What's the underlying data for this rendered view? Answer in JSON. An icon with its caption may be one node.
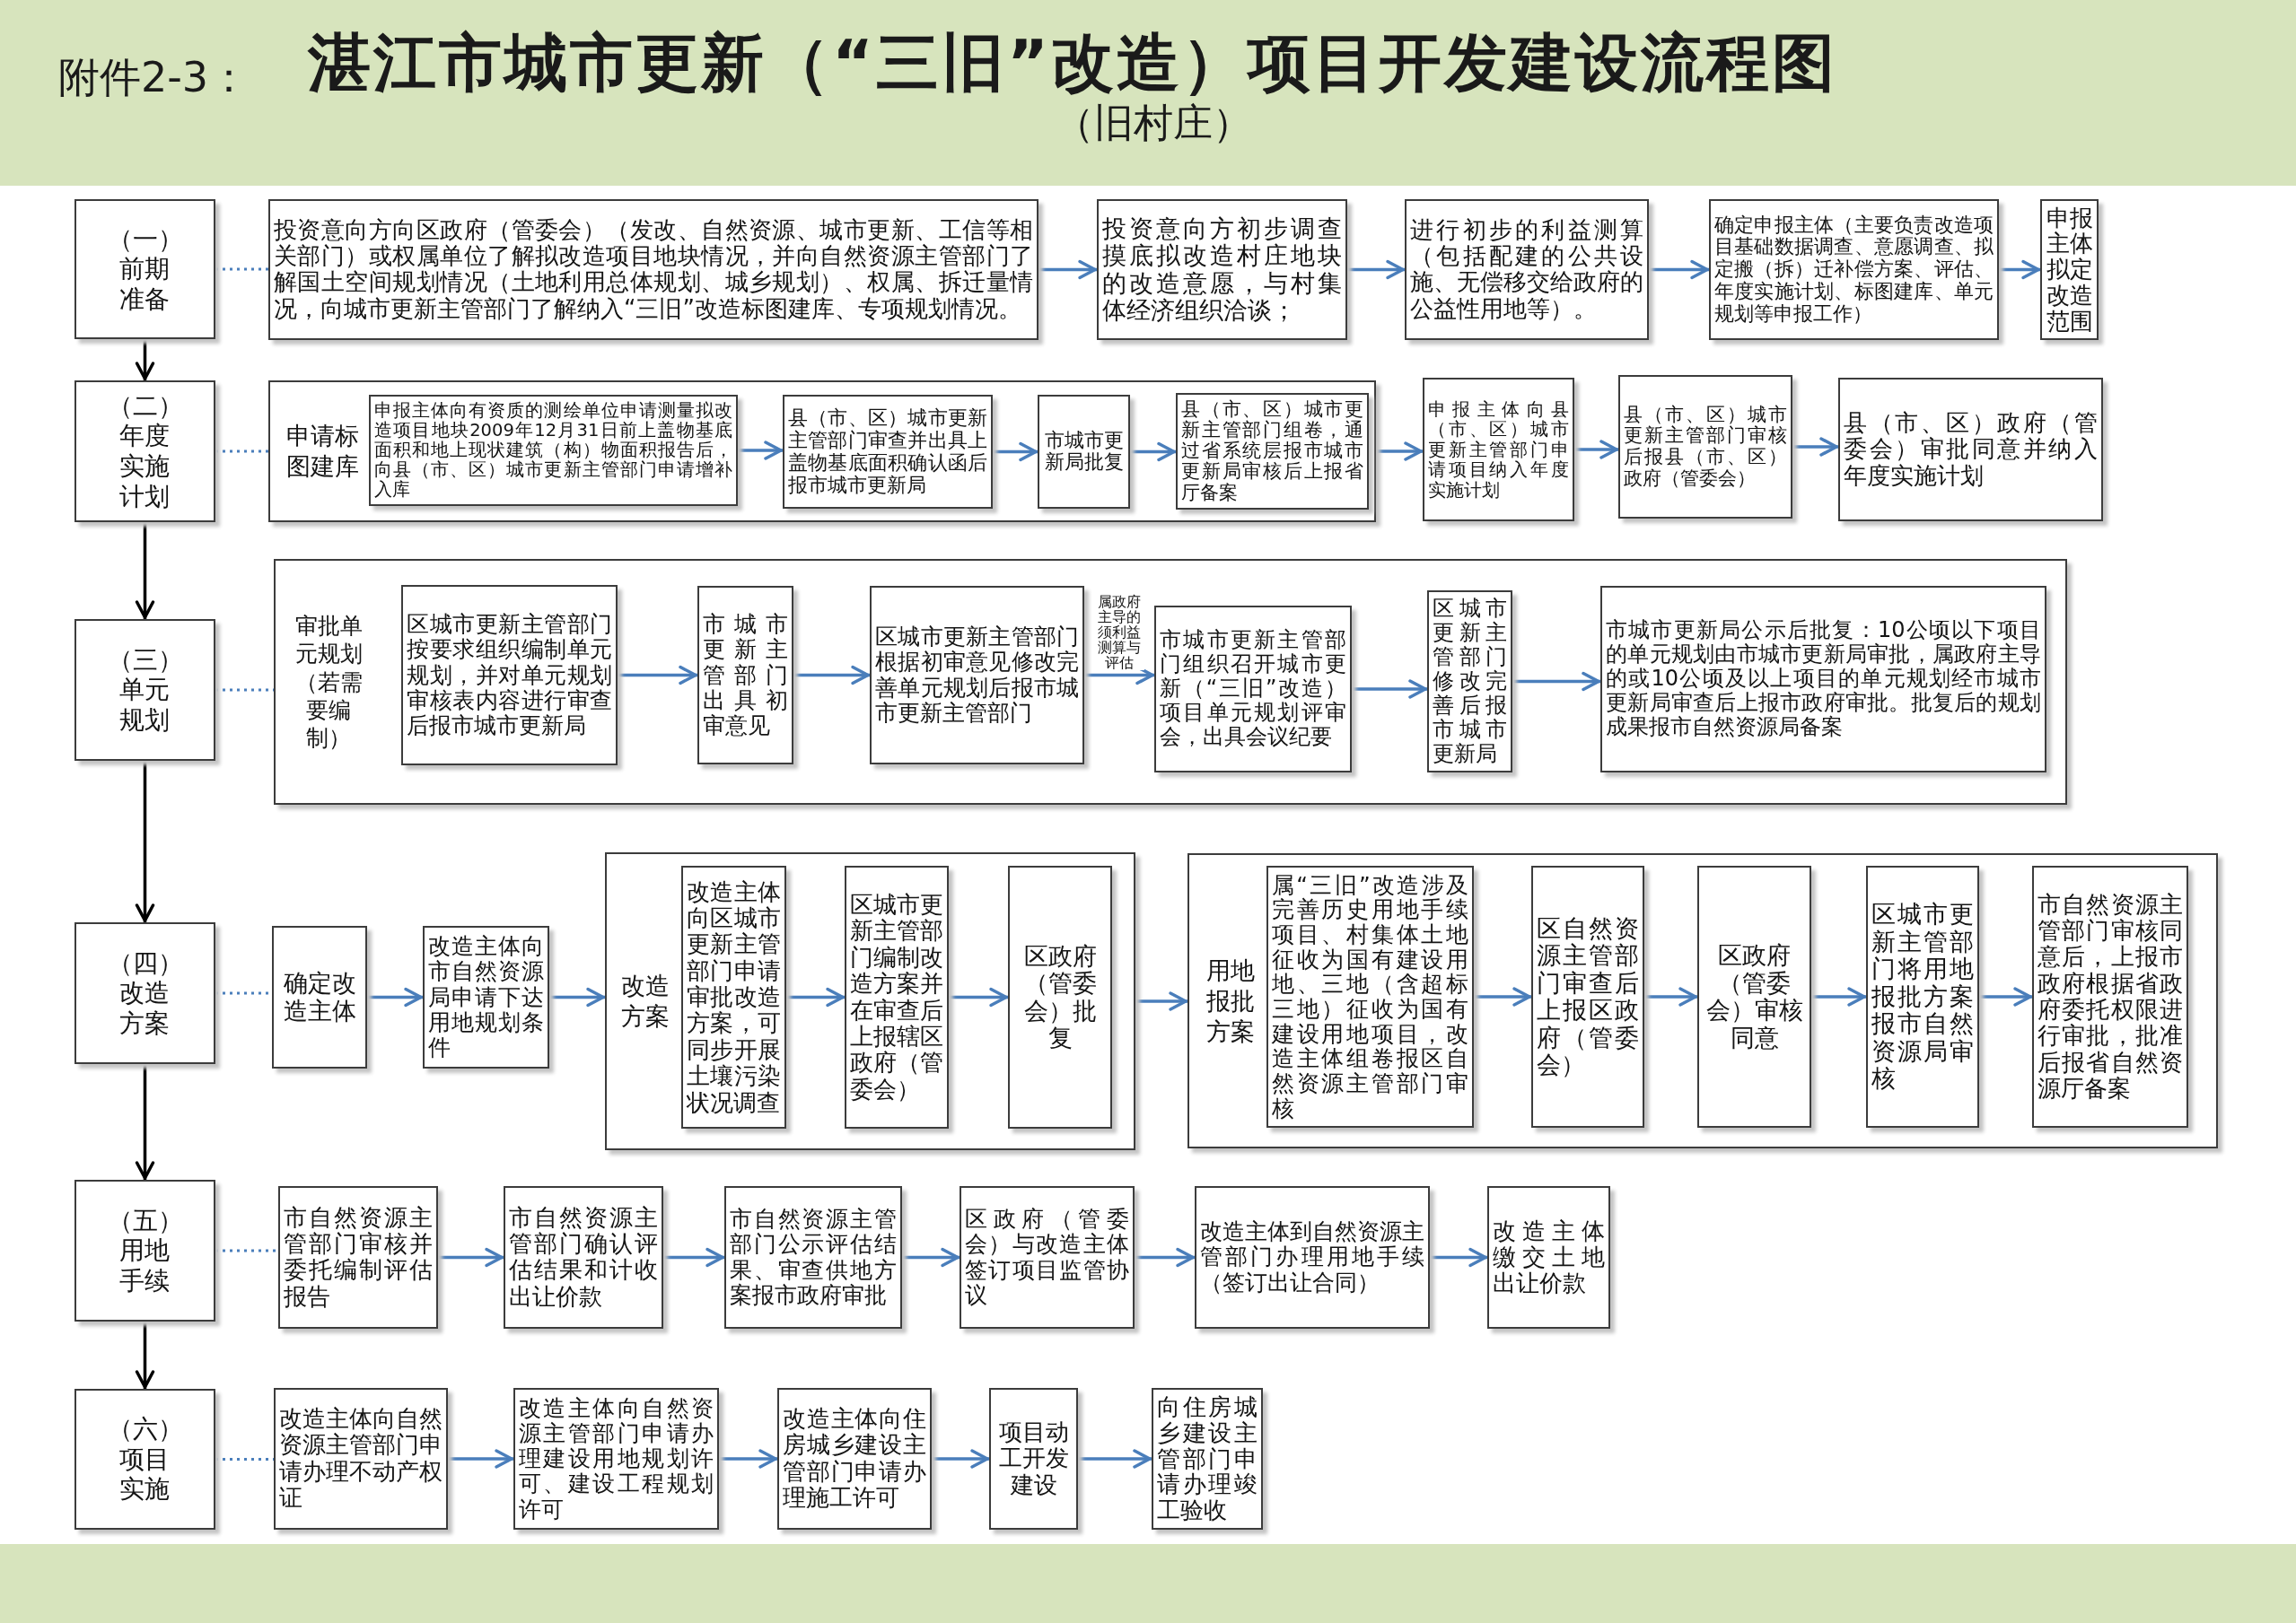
{
  "diagram": {
    "title": "湛江市城市更新（“三旧”改造）项目开发建设流程图",
    "nodes": [
      {
        "text": [
          "（一）",
          "前期准备"
        ]
      },
      {
        "text": [
          "投资意向方向区政府（管委会）（发改、自然资源、城市更新、工信等相关部门）或权属单位了解拟改造项目地块情况，并向自然资源主管部门了解国土空间规划情况（土地利用总体规划、城乡规划）、权属、拆迁量情况，向城市更新主管部门了解纳入“三旧”改造标图建库、专项规划情况。"
        ]
      },
      {
        "text": [
          "投资意向方初步调查摸底拟改造村庄地块的改造意愿，与村集体经济组织洽谈；"
        ]
      },
      {
        "text": [
          "进行初步的利益测算（包括配建的公共设施、无偿移交给政府的公益性用地等）。"
        ]
      },
      {
        "text": [
          "确定申报主体（主要负责改造项目基础数据调查、意愿调查、拟定搬（拆）迁补偿方案、评估、年度实施计划、标图建库、单元规划等申报工作）"
        ]
      },
      {
        "text": [
          "申报主体拟定改造范围"
        ]
      },
      {
        "text": [
          "（二）",
          "年度实施计划"
        ]
      },
      {
        "text": [
          "申请标图建库"
        ]
      },
      {
        "text": [
          "申报主体向有资质的测绘单位申请测量拟改造项目地块2009年12月31日前上盖物基底面积和地上现状建筑（构）物面积报告后，向县（市、区）城市更新主管部门申请增补入库"
        ],
        "in": 7
      },
      {
        "text": [
          "县（市、区）城市更新主管部门审查并出具上盖物基底面积确认函后报市城市更新局"
        ],
        "in": 7
      },
      {
        "text": [
          "市城市更新局批复"
        ],
        "in": 7
      },
      {
        "text": [
          "县（市、区）城市更新主管部门组卷，通过省系统层报市城市更新局审核后上报省厅备案"
        ],
        "in": 7
      },
      {
        "text": [
          "申报主体向县（市、区）城市更新主管部门申请项目纳入年度实施计划"
        ]
      },
      {
        "text": [
          "县（市、区）城市更新主管部门审核后报县（市、区）政府（管委会）"
        ]
      },
      {
        "text": [
          "县（市、区）政府（管委会）审批同意并纳入年度实施计划"
        ]
      },
      {
        "text": [
          "（三）",
          "单元规划"
        ]
      },
      {
        "text": [
          "审批单元规划（若需要编制）"
        ]
      },
      {
        "text": [
          "区城市更新主管部门按要求组织编制单元规划，并对单元规划审核表内容进行审查后报市城市更新局"
        ],
        "in": 16
      },
      {
        "text": [
          "市城市更新主管部门出具初审意见"
        ],
        "in": 16
      },
      {
        "text": [
          "区城市更新主管部门根据初审意见修改完善单元规划后报市城市更新主管部门"
        ],
        "in": 16
      },
      {
        "text": [
          "市城市更新主管部门组织召开城市更新（“三旧”改造）项目单元规划评审会，出具会议纪要"
        ],
        "in": 16
      },
      {
        "text": [
          "区城市更新主管部门修改完善后报市城市更新局"
        ],
        "in": 16
      },
      {
        "text": [
          "市城市更新局公示后批复：10公顷以下项目的单元规划由市城市更新局审批，属政府主导的或10公顷及以上项目的单元规划经市城市更新局审查后上报市政府审批。批复后的规划成果报市自然资源局备案"
        ],
        "in": 16
      },
      {
        "text": [
          "（四）",
          "改造方案"
        ]
      },
      {
        "text": [
          "确定改造主体"
        ]
      },
      {
        "text": [
          "改造主体向市自然资源局申请下达用地规划条件"
        ]
      },
      {
        "text": [
          "改造方案"
        ]
      },
      {
        "text": [
          "改造主体向区城市更新主管部门申请审批改造方案，可同步开展土壤污染状况调查"
        ],
        "in": 26
      },
      {
        "text": [
          "区城市更新主管部门编制改造方案并在审查后上报辖区政府（管委会）"
        ],
        "in": 26
      },
      {
        "text": [
          "区政府（管委会）批复"
        ],
        "in": 26
      },
      {
        "text": [
          "用地报批方案"
        ]
      },
      {
        "text": [
          "属“三旧”改造涉及完善历史用地手续项目、村集体土地征收为国有建设用地、三地（含超标三地）征收为国有建设用地项目，改造主体组卷报区自然资源主管部门审核"
        ],
        "in": 30
      },
      {
        "text": [
          "区自然资源主管部门审查后上报区政府（管委会）"
        ],
        "in": 30
      },
      {
        "text": [
          "区政府（管委会）审核同意"
        ],
        "in": 30
      },
      {
        "text": [
          "区城市更新主管部门将用地报批方案报市自然资源局审核"
        ],
        "in": 30
      },
      {
        "text": [
          "市自然资源主管部门审核同意后，上报市政府根据省政府委托权限进行审批，批准后报省自然资源厅备案"
        ],
        "in": 30
      },
      {
        "text": [
          "（五）",
          "用地手续"
        ]
      },
      {
        "text": [
          "市自然资源主管部门审核并委托编制评估报告"
        ]
      },
      {
        "text": [
          "市自然资源主管部门确认评估结果和计收出让价款"
        ]
      },
      {
        "text": [
          "市自然资源主管部门公示评估结果、审查供地方案报市政府审批"
        ]
      },
      {
        "text": [
          "区政府（管委会）与改造主体签订项目监管协议"
        ]
      },
      {
        "text": [
          "改造主体到自然资源主管部门办理用地手续（签订出让合同）"
        ]
      },
      {
        "text": [
          "改造主体缴交土地出让价款"
        ]
      },
      {
        "text": [
          "（六）",
          "项目实施"
        ]
      },
      {
        "text": [
          "改造主体向自然资源主管部门申请办理不动产权证"
        ]
      },
      {
        "text": [
          "改造主体向自然资源主管部门申请办理建设用地规划许可、建设工程规划许可"
        ]
      },
      {
        "text": [
          "改造主体向住房城乡建设主管部门申请办理施工许可"
        ]
      },
      {
        "text": [
          "项目动工开发建设"
        ]
      },
      {
        "text": [
          "向住房城乡建设主管部门申请办理竣工验收"
        ]
      }
    ],
    "edges": [
      {
        "from": 0,
        "to": 1,
        "arrow": "none",
        "style": "dashed"
      },
      {
        "from": 1,
        "to": 2,
        "arrow": "to"
      },
      {
        "from": 2,
        "to": 3,
        "arrow": "to"
      },
      {
        "from": 3,
        "to": 4,
        "arrow": "to"
      },
      {
        "from": 4,
        "to": 5,
        "arrow": "to"
      },
      {
        "from": 0,
        "to": 6,
        "arrow": "to",
        "color": "#000000"
      },
      {
        "from": 6,
        "to": 7,
        "arrow": "none",
        "style": "dashed"
      },
      {
        "from": 8,
        "to": 9,
        "arrow": "to"
      },
      {
        "from": 9,
        "to": 10,
        "arrow": "to"
      },
      {
        "from": 10,
        "to": 11,
        "arrow": "to"
      },
      {
        "from": 7,
        "to": 12,
        "arrow": "to"
      },
      {
        "from": 12,
        "to": 13,
        "arrow": "to"
      },
      {
        "from": 13,
        "to": 14,
        "arrow": "to"
      },
      {
        "from": 6,
        "to": 15,
        "arrow": "to",
        "color": "#000000"
      },
      {
        "from": 15,
        "to": 16,
        "arrow": "none",
        "style": "dashed"
      },
      {
        "from": 17,
        "to": 18,
        "arrow": "to"
      },
      {
        "from": 18,
        "to": 19,
        "arrow": "to"
      },
      {
        "from": 19,
        "to": 20,
        "arrow": "to",
        "label": "属政府主导的须利益测算与评估"
      },
      {
        "from": 20,
        "to": 21,
        "arrow": "to"
      },
      {
        "from": 21,
        "to": 22,
        "arrow": "to"
      },
      {
        "from": 15,
        "to": 23,
        "arrow": "to",
        "color": "#000000"
      },
      {
        "from": 23,
        "to": 24,
        "arrow": "none",
        "style": "dashed"
      },
      {
        "from": 24,
        "to": 25,
        "arrow": "to"
      },
      {
        "from": 25,
        "to": 26,
        "arrow": "to"
      },
      {
        "from": 27,
        "to": 28,
        "arrow": "to"
      },
      {
        "from": 28,
        "to": 29,
        "arrow": "to"
      },
      {
        "from": 26,
        "to": 30,
        "arrow": "to"
      },
      {
        "from": 31,
        "to": 32,
        "arrow": "to"
      },
      {
        "from": 32,
        "to": 33,
        "arrow": "to"
      },
      {
        "from": 33,
        "to": 34,
        "arrow": "to"
      },
      {
        "from": 34,
        "to": 35,
        "arrow": "to"
      },
      {
        "from": 23,
        "to": 36,
        "arrow": "to",
        "color": "#000000"
      },
      {
        "from": 36,
        "to": 37,
        "arrow": "none",
        "style": "dashed"
      },
      {
        "from": 37,
        "to": 38,
        "arrow": "to"
      },
      {
        "from": 38,
        "to": 39,
        "arrow": "to"
      },
      {
        "from": 39,
        "to": 40,
        "arrow": "to"
      },
      {
        "from": 40,
        "to": 41,
        "arrow": "to"
      },
      {
        "from": 41,
        "to": 42,
        "arrow": "to"
      },
      {
        "from": 36,
        "to": 43,
        "arrow": "to",
        "color": "#000000"
      },
      {
        "from": 43,
        "to": 44,
        "arrow": "none",
        "style": "dashed"
      },
      {
        "from": 44,
        "to": 45,
        "arrow": "to"
      },
      {
        "from": 45,
        "to": 46,
        "arrow": "to"
      },
      {
        "from": 46,
        "to": 47,
        "arrow": "to"
      },
      {
        "from": 47,
        "to": 48,
        "arrow": "to"
      }
    ],
    "labels": [
      "附件2-3：",
      "（旧村庄）"
    ]
  }
}
